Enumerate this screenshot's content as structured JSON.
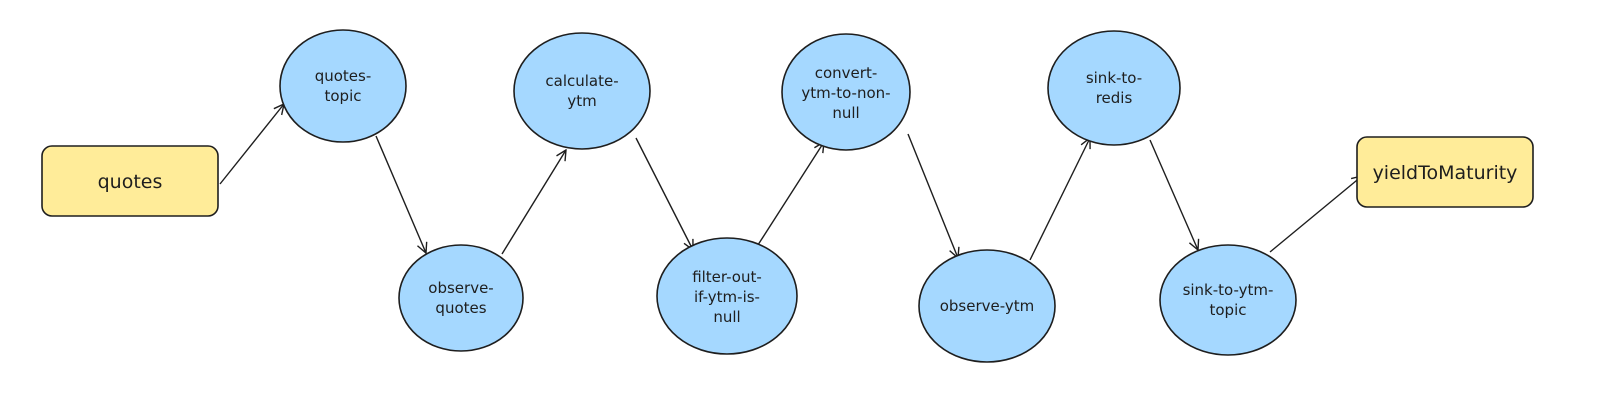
{
  "colors": {
    "source_sink_fill": "#ffec99",
    "processor_fill": "#a5d8ff",
    "stroke": "#1e1e1e"
  },
  "nodes": [
    {
      "id": "quotes",
      "kind": "topic-box",
      "lines": [
        "quotes"
      ]
    },
    {
      "id": "quotes-topic",
      "kind": "processor",
      "lines": [
        "quotes-",
        "topic"
      ]
    },
    {
      "id": "observe-quotes",
      "kind": "processor",
      "lines": [
        "observe-",
        "quotes"
      ]
    },
    {
      "id": "calculate-ytm",
      "kind": "processor",
      "lines": [
        "calculate-",
        "ytm"
      ]
    },
    {
      "id": "filter-out-if-ytm-is-null",
      "kind": "processor",
      "lines": [
        "filter-out-",
        "if-ytm-is-",
        "null"
      ]
    },
    {
      "id": "convert-ytm-to-non-null",
      "kind": "processor",
      "lines": [
        "convert-",
        "ytm-to-non-",
        "null"
      ]
    },
    {
      "id": "observe-ytm",
      "kind": "processor",
      "lines": [
        "observe-ytm"
      ]
    },
    {
      "id": "sink-to-redis",
      "kind": "processor",
      "lines": [
        "sink-to-",
        "redis"
      ]
    },
    {
      "id": "sink-to-ytm-topic",
      "kind": "processor",
      "lines": [
        "sink-to-ytm-",
        "topic"
      ]
    },
    {
      "id": "yieldToMaturity",
      "kind": "topic-box",
      "lines": [
        "yieldToMaturity"
      ]
    }
  ],
  "edges": [
    {
      "from": "quotes",
      "to": "quotes-topic"
    },
    {
      "from": "quotes-topic",
      "to": "observe-quotes"
    },
    {
      "from": "observe-quotes",
      "to": "calculate-ytm"
    },
    {
      "from": "calculate-ytm",
      "to": "filter-out-if-ytm-is-null"
    },
    {
      "from": "filter-out-if-ytm-is-null",
      "to": "convert-ytm-to-non-null"
    },
    {
      "from": "convert-ytm-to-non-null",
      "to": "observe-ytm"
    },
    {
      "from": "observe-ytm",
      "to": "sink-to-redis"
    },
    {
      "from": "sink-to-redis",
      "to": "sink-to-ytm-topic"
    },
    {
      "from": "sink-to-ytm-topic",
      "to": "yieldToMaturity"
    }
  ]
}
